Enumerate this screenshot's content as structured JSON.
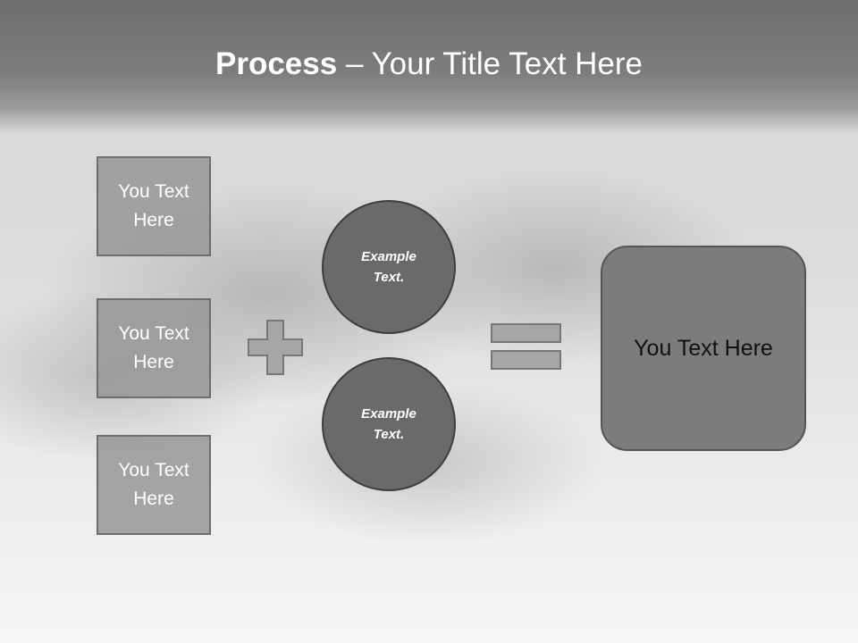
{
  "title": {
    "bold": "Process",
    "rest": " – Your Title Text Here"
  },
  "inputs": [
    {
      "label": "You Text Here"
    },
    {
      "label": "You Text Here"
    },
    {
      "label": "You Text Here"
    }
  ],
  "circles": [
    {
      "label": "Example Text."
    },
    {
      "label": "Example Text."
    }
  ],
  "result": {
    "label": "You Text Here"
  },
  "colors": {
    "header": "#7d7d7d",
    "box_fill": "#969696",
    "circle_fill": "#6a6a6a",
    "result_fill": "#7c7c7c",
    "operator_fill": "#a6a6a6"
  },
  "icons": [
    "plus-icon",
    "equals-icon"
  ]
}
